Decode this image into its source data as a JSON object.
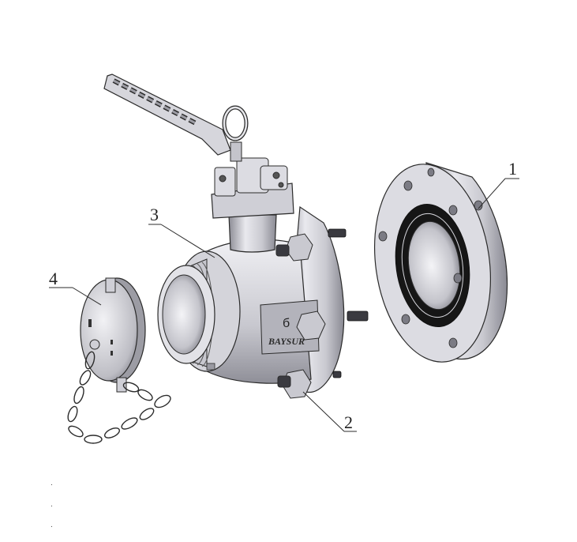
{
  "callouts": [
    {
      "id": "1",
      "label": "1"
    },
    {
      "id": "2",
      "label": "2"
    },
    {
      "id": "3",
      "label": "3"
    },
    {
      "id": "4",
      "label": "4"
    }
  ],
  "nameplate": {
    "text": "BAYSUR"
  },
  "footer_marks": [
    ".",
    ".",
    "."
  ],
  "colors": {
    "metal_light": "#e6e6ea",
    "metal_mid": "#b9b9c0",
    "metal_dark": "#7d7d86",
    "gasket": "#1a1a1a",
    "line": "#2b2b2b"
  }
}
